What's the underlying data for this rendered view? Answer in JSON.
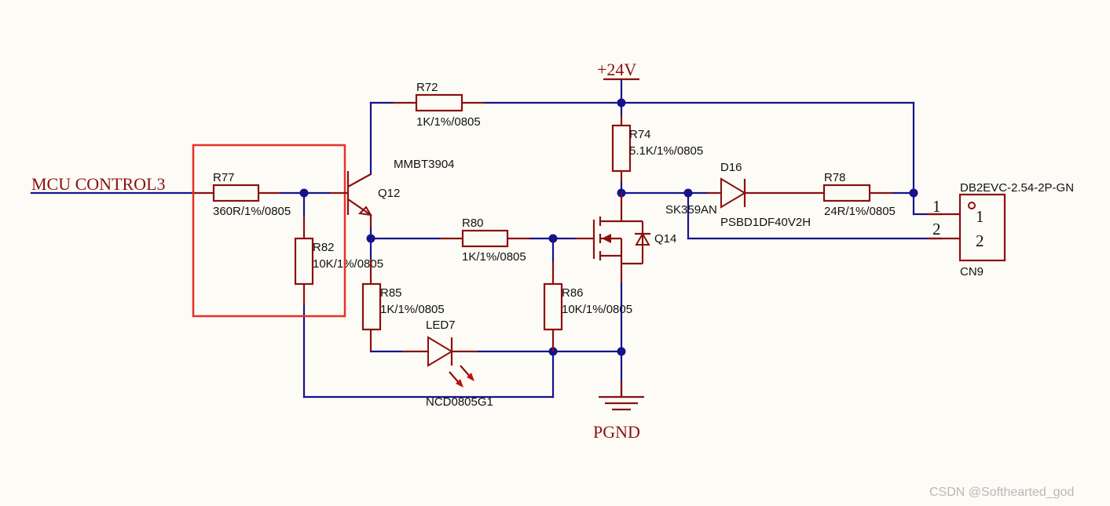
{
  "nets": {
    "mcu_control": "MCU CONTROL3",
    "vplus": "+24V",
    "pgnd": "PGND"
  },
  "components": {
    "r72": {
      "ref": "R72",
      "value": "1K/1%/0805"
    },
    "r77": {
      "ref": "R77",
      "value": "360R/1%/0805"
    },
    "r82": {
      "ref": "R82",
      "value": "10K/1%/0805"
    },
    "r80": {
      "ref": "R80",
      "value": "1K/1%/0805"
    },
    "r85": {
      "ref": "R85",
      "value": "1K/1%/0805"
    },
    "r86": {
      "ref": "R86",
      "value": "10K/1%/0805"
    },
    "r74": {
      "ref": "R74",
      "value": "5.1K/1%/0805"
    },
    "r78": {
      "ref": "R78",
      "value": "24R/1%/0805"
    },
    "q12": {
      "ref": "Q12",
      "part": "MMBT3904"
    },
    "q14": {
      "ref": "Q14",
      "part": "SK359AN"
    },
    "d16": {
      "ref": "D16",
      "part": "PSBD1DF40V2H"
    },
    "led7": {
      "ref": "LED7",
      "part": "NCD0805G1"
    },
    "cn9": {
      "ref": "CN9",
      "part": "DB2EVC-2.54-2P-GN",
      "pin1": "1",
      "pin2": "2"
    }
  },
  "wire_pin_labels": {
    "p1": "1",
    "p2": "2"
  },
  "highlight_color": "#e8302a",
  "watermark": "CSDN @Softhearted_god"
}
